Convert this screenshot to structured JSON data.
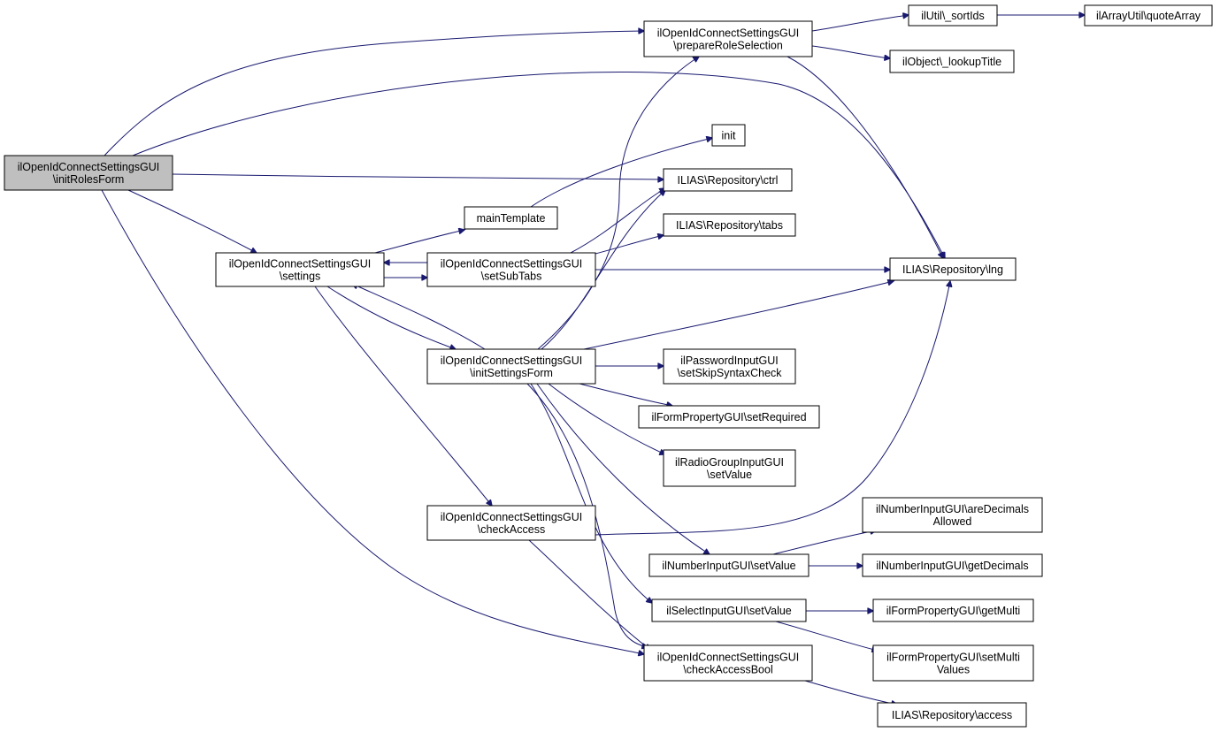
{
  "graph": {
    "edge_color": "#191970",
    "root_fill": "#bfbfbf",
    "node_fill": "#ffffff",
    "nodes": [
      {
        "id": "initRolesForm",
        "lines": [
          "ilOpenIdConnectSettingsGUI",
          "\\initRolesForm"
        ],
        "root": true
      },
      {
        "id": "prepareRoleSelection",
        "lines": [
          "ilOpenIdConnectSettingsGUI",
          "\\prepareRoleSelection"
        ]
      },
      {
        "id": "sortIds",
        "lines": [
          "ilUtil\\_sortIds"
        ]
      },
      {
        "id": "quoteArray",
        "lines": [
          "ilArrayUtil\\quoteArray"
        ]
      },
      {
        "id": "lookupTitle",
        "lines": [
          "ilObject\\_lookupTitle"
        ]
      },
      {
        "id": "init",
        "lines": [
          "init"
        ]
      },
      {
        "id": "ctrl",
        "lines": [
          "ILIAS\\Repository\\ctrl"
        ]
      },
      {
        "id": "mainTemplate",
        "lines": [
          "mainTemplate"
        ]
      },
      {
        "id": "tabs",
        "lines": [
          "ILIAS\\Repository\\tabs"
        ]
      },
      {
        "id": "settings",
        "lines": [
          "ilOpenIdConnectSettingsGUI",
          "\\settings"
        ]
      },
      {
        "id": "setSubTabs",
        "lines": [
          "ilOpenIdConnectSettingsGUI",
          "\\setSubTabs"
        ]
      },
      {
        "id": "lng",
        "lines": [
          "ILIAS\\Repository\\lng"
        ]
      },
      {
        "id": "initSettingsForm",
        "lines": [
          "ilOpenIdConnectSettingsGUI",
          "\\initSettingsForm"
        ]
      },
      {
        "id": "setSkipSyntaxCheck",
        "lines": [
          "ilPasswordInputGUI",
          "\\setSkipSyntaxCheck"
        ]
      },
      {
        "id": "setRequired",
        "lines": [
          "ilFormPropertyGUI\\setRequired"
        ]
      },
      {
        "id": "radioSetValue",
        "lines": [
          "ilRadioGroupInputGUI",
          "\\setValue"
        ]
      },
      {
        "id": "checkAccess",
        "lines": [
          "ilOpenIdConnectSettingsGUI",
          "\\checkAccess"
        ]
      },
      {
        "id": "areDecimalsAllowed",
        "lines": [
          "ilNumberInputGUI\\areDecimals",
          "Allowed"
        ]
      },
      {
        "id": "numberSetValue",
        "lines": [
          "ilNumberInputGUI\\setValue"
        ]
      },
      {
        "id": "getDecimals",
        "lines": [
          "ilNumberInputGUI\\getDecimals"
        ]
      },
      {
        "id": "selectSetValue",
        "lines": [
          "ilSelectInputGUI\\setValue"
        ]
      },
      {
        "id": "getMulti",
        "lines": [
          "ilFormPropertyGUI\\getMulti"
        ]
      },
      {
        "id": "setMultiValues",
        "lines": [
          "ilFormPropertyGUI\\setMulti",
          "Values"
        ]
      },
      {
        "id": "checkAccessBool",
        "lines": [
          "ilOpenIdConnectSettingsGUI",
          "\\checkAccessBool"
        ]
      },
      {
        "id": "access",
        "lines": [
          "ILIAS\\Repository\\access"
        ]
      }
    ],
    "edges": [
      {
        "from": "initRolesForm",
        "to": "prepareRoleSelection"
      },
      {
        "from": "initRolesForm",
        "to": "lng"
      },
      {
        "from": "initRolesForm",
        "to": "ctrl"
      },
      {
        "from": "initRolesForm",
        "to": "settings"
      },
      {
        "from": "initRolesForm",
        "to": "checkAccessBool"
      },
      {
        "from": "prepareRoleSelection",
        "to": "sortIds"
      },
      {
        "from": "prepareRoleSelection",
        "to": "lookupTitle"
      },
      {
        "from": "prepareRoleSelection",
        "to": "lng"
      },
      {
        "from": "sortIds",
        "to": "quoteArray"
      },
      {
        "from": "mainTemplate",
        "to": "init"
      },
      {
        "from": "settings",
        "to": "mainTemplate"
      },
      {
        "from": "settings",
        "to": "setSubTabs"
      },
      {
        "from": "settings",
        "to": "initSettingsForm"
      },
      {
        "from": "settings",
        "to": "checkAccess"
      },
      {
        "from": "setSubTabs",
        "to": "settings"
      },
      {
        "from": "setSubTabs",
        "to": "ctrl"
      },
      {
        "from": "setSubTabs",
        "to": "tabs"
      },
      {
        "from": "setSubTabs",
        "to": "lng"
      },
      {
        "from": "initSettingsForm",
        "to": "settings"
      },
      {
        "from": "initSettingsForm",
        "to": "prepareRoleSelection"
      },
      {
        "from": "initSettingsForm",
        "to": "ctrl"
      },
      {
        "from": "initSettingsForm",
        "to": "lng"
      },
      {
        "from": "initSettingsForm",
        "to": "setSkipSyntaxCheck"
      },
      {
        "from": "initSettingsForm",
        "to": "setRequired"
      },
      {
        "from": "initSettingsForm",
        "to": "radioSetValue"
      },
      {
        "from": "initSettingsForm",
        "to": "numberSetValue"
      },
      {
        "from": "initSettingsForm",
        "to": "selectSetValue"
      },
      {
        "from": "initSettingsForm",
        "to": "checkAccessBool"
      },
      {
        "from": "checkAccess",
        "to": "lng"
      },
      {
        "from": "checkAccess",
        "to": "checkAccessBool"
      },
      {
        "from": "numberSetValue",
        "to": "areDecimalsAllowed"
      },
      {
        "from": "numberSetValue",
        "to": "getDecimals"
      },
      {
        "from": "selectSetValue",
        "to": "getMulti"
      },
      {
        "from": "selectSetValue",
        "to": "setMultiValues"
      },
      {
        "from": "checkAccessBool",
        "to": "access"
      }
    ]
  }
}
